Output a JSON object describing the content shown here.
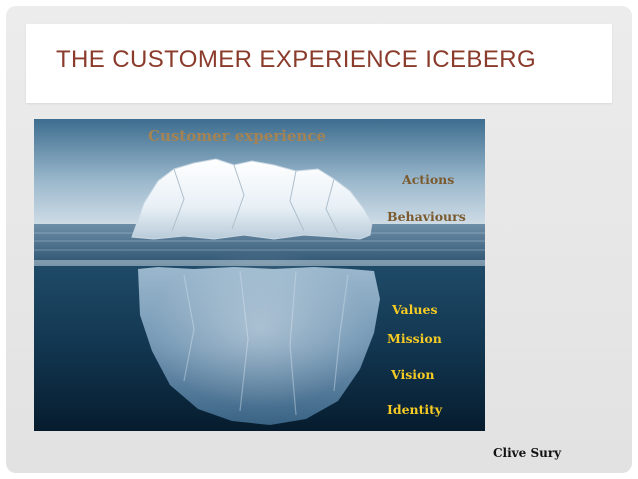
{
  "slide": {
    "title": "THE CUSTOMER EXPERIENCE ICEBERG",
    "credit": "Clive Sury"
  },
  "iceberg": {
    "top_label": "Customer experience",
    "above_water": [
      "Actions",
      "Behaviours"
    ],
    "below_water": [
      "Values",
      "Mission",
      "Vision",
      "Identity"
    ]
  },
  "colors": {
    "title": "#8a3b2b",
    "above_water_labels": "#7a5a2e",
    "below_water_labels": "#f6cb24",
    "top_label": "#a58352"
  }
}
